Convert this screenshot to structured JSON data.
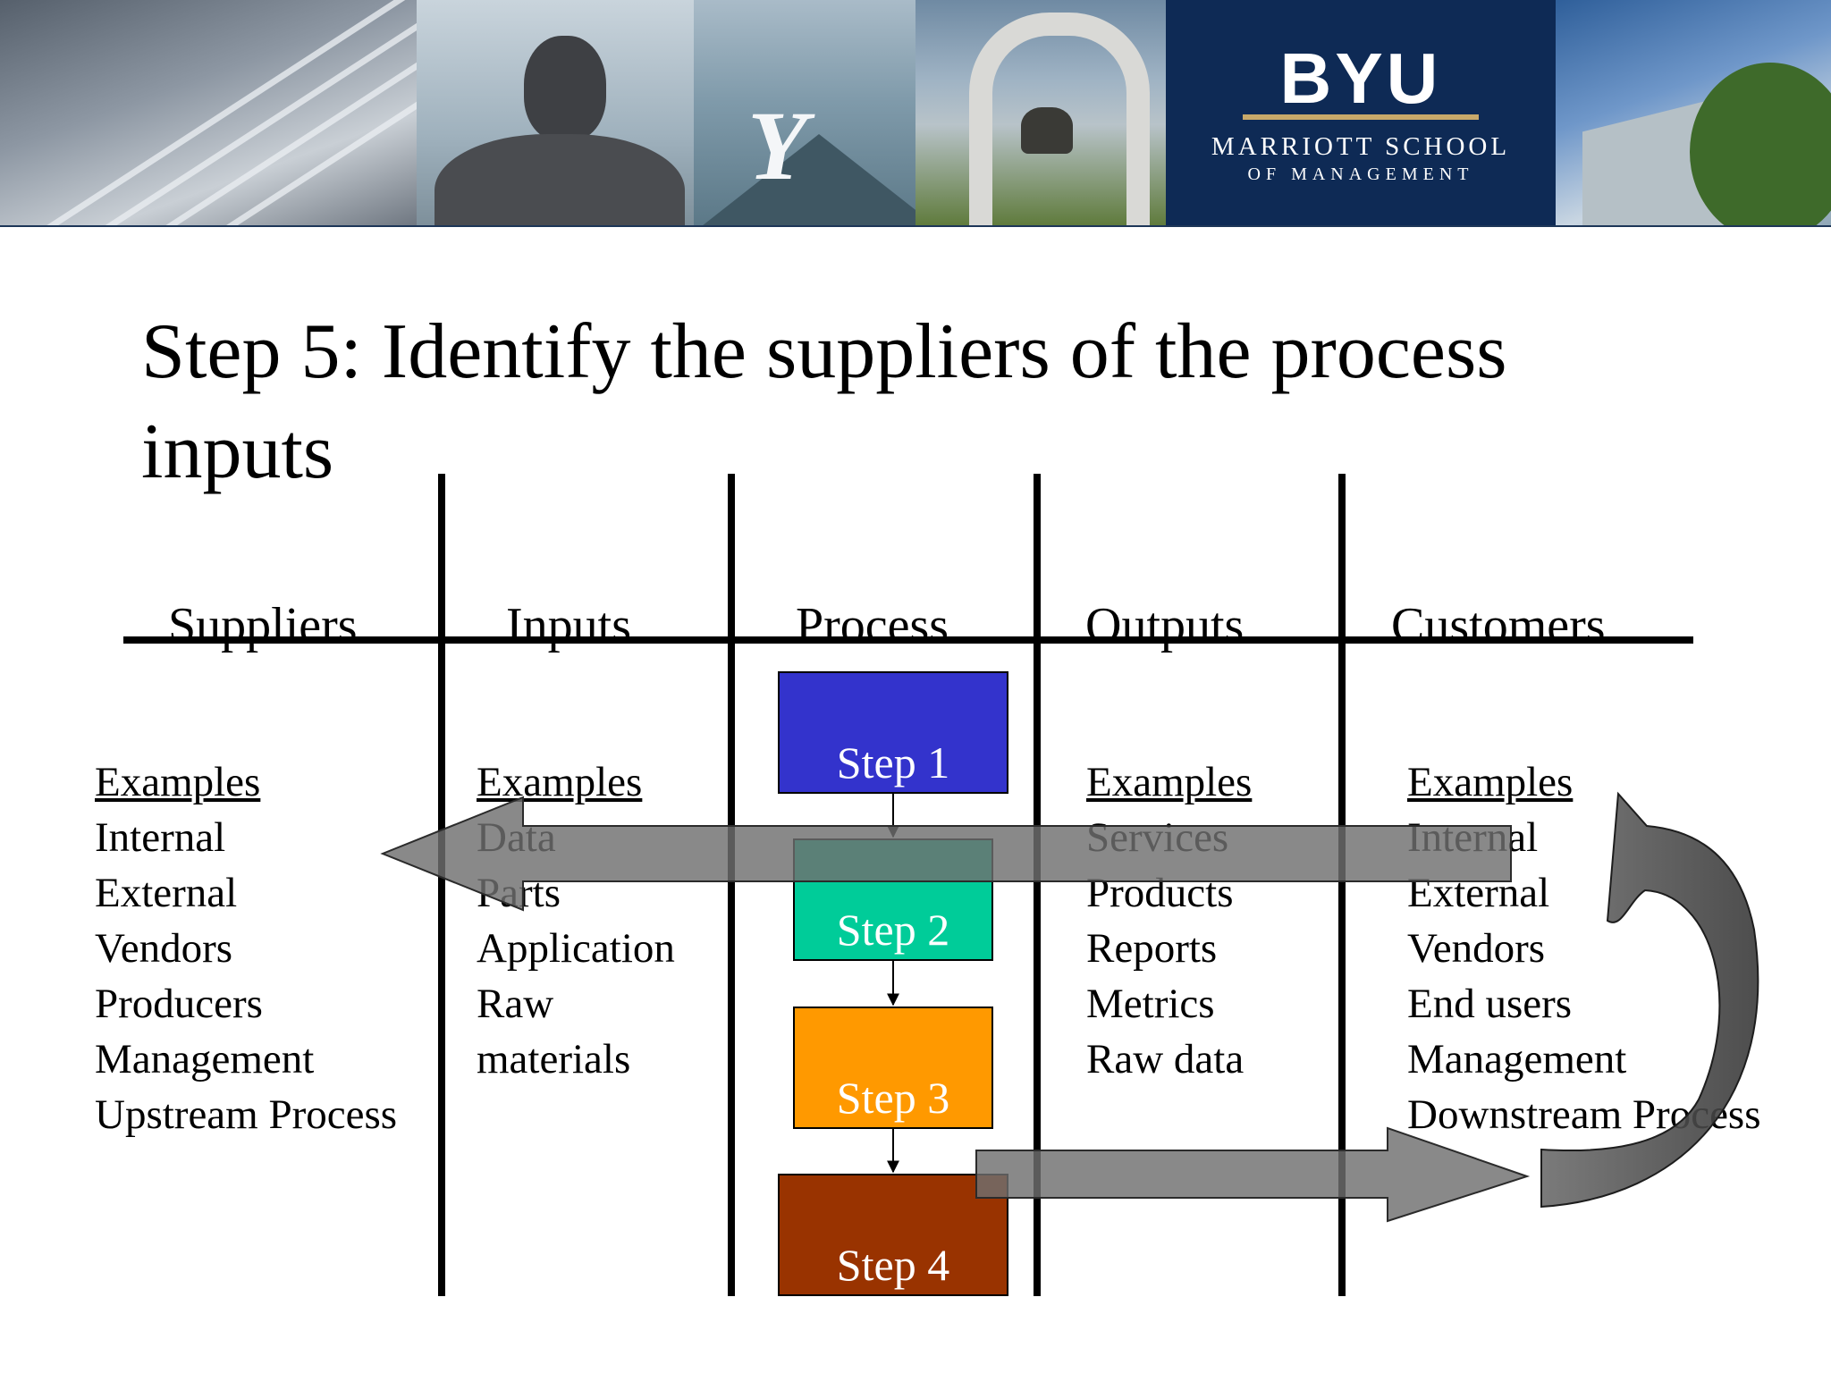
{
  "banner": {
    "logo_text": "BYU",
    "school_line1": "MARRIOTT SCHOOL",
    "school_line2": "OF MANAGEMENT",
    "colors": {
      "navy": "#0e2a55",
      "gold_rule": "#c8a96a"
    }
  },
  "slide": {
    "title_line1": "Step 5: Identify the suppliers of the process",
    "title_line2": "inputs"
  },
  "sipoc": {
    "columns": [
      {
        "header": "Suppliers",
        "examples_label": "Examples",
        "items": [
          "Internal",
          "External",
          "Vendors",
          "Producers",
          "Management",
          "Upstream Process"
        ]
      },
      {
        "header": "Inputs",
        "examples_label": "Examples",
        "items": [
          "Data",
          "Parts",
          "Application",
          "Raw",
          "materials"
        ]
      },
      {
        "header": "Process",
        "examples_label": "",
        "items": []
      },
      {
        "header": "Outputs",
        "examples_label": "Examples",
        "items": [
          "Services",
          "Products",
          "Reports",
          "Metrics",
          "Raw data"
        ]
      },
      {
        "header": "Customers",
        "examples_label": "Examples",
        "items": [
          "Internal",
          "External",
          "Vendors",
          "End users",
          "Management",
          "Downstream Process"
        ]
      }
    ],
    "steps": [
      {
        "label": "Step 1",
        "color": "#3333cc"
      },
      {
        "label": "Step 2",
        "color": "#00cc99"
      },
      {
        "label": "Step 3",
        "color": "#ff9900"
      },
      {
        "label": "Step 4",
        "color": "#993300"
      }
    ],
    "arrow_color": "#808080"
  }
}
